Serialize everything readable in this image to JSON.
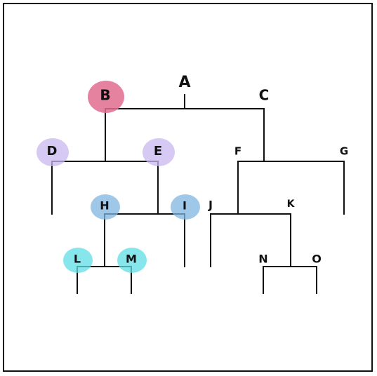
{
  "diagram": {
    "type": "binary-tree",
    "nodes": [
      {
        "id": "A",
        "label": "A",
        "highlight": null
      },
      {
        "id": "B",
        "label": "B",
        "highlight": "#e06c8f"
      },
      {
        "id": "C",
        "label": "C",
        "highlight": null
      },
      {
        "id": "D",
        "label": "D",
        "highlight": "#c8b8f0"
      },
      {
        "id": "E",
        "label": "E",
        "highlight": "#c8b8f0"
      },
      {
        "id": "F",
        "label": "F",
        "highlight": null
      },
      {
        "id": "G",
        "label": "G",
        "highlight": null
      },
      {
        "id": "H",
        "label": "H",
        "highlight": "#7fb6e0"
      },
      {
        "id": "I",
        "label": "I",
        "highlight": "#7fb6e0"
      },
      {
        "id": "J",
        "label": "J",
        "highlight": null
      },
      {
        "id": "K",
        "label": "K",
        "highlight": null
      },
      {
        "id": "L",
        "label": "L",
        "highlight": "#5fdde5"
      },
      {
        "id": "M",
        "label": "M",
        "highlight": "#5fdde5"
      },
      {
        "id": "N",
        "label": "N",
        "highlight": null
      },
      {
        "id": "O",
        "label": "O",
        "highlight": null
      }
    ],
    "edges": [
      [
        "A",
        "B"
      ],
      [
        "A",
        "C"
      ],
      [
        "B",
        "D"
      ],
      [
        "B",
        "E"
      ],
      [
        "C",
        "F"
      ],
      [
        "C",
        "G"
      ],
      [
        "E",
        "H"
      ],
      [
        "E",
        "I"
      ],
      [
        "F",
        "J"
      ],
      [
        "F",
        "K"
      ],
      [
        "H",
        "L"
      ],
      [
        "H",
        "M"
      ],
      [
        "K",
        "N"
      ],
      [
        "K",
        "O"
      ]
    ],
    "colors": {
      "line": "#111111",
      "highlight_pink": "#e06c8f",
      "highlight_lavender": "#c8b8f0",
      "highlight_blue": "#7fb6e0",
      "highlight_cyan": "#5fdde5"
    }
  }
}
